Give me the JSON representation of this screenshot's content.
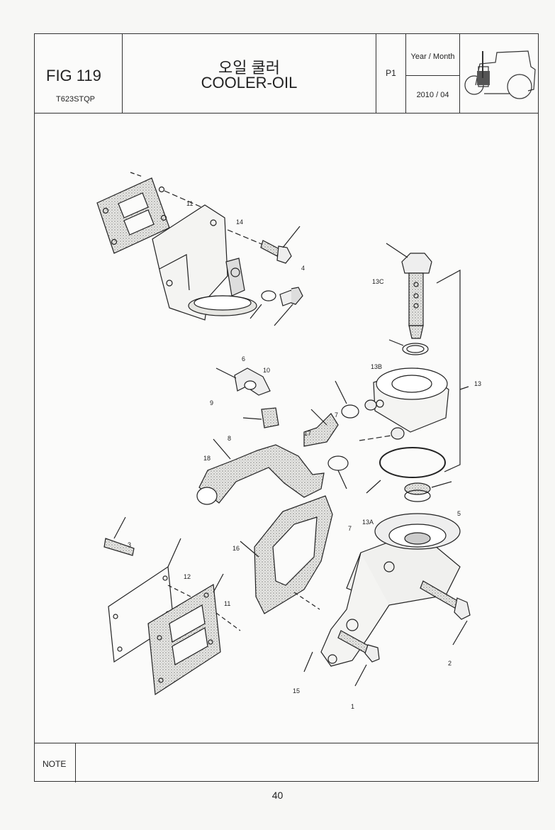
{
  "header": {
    "fig_number": "FIG 119",
    "model_code": "T623STQP",
    "title_korean": "오일 쿨러",
    "title_english": "COOLER-OIL",
    "page_code": "P1",
    "date_label": "Year / Month",
    "date_value": "2010 / 04",
    "thumbnail_icon": "tractor-icon"
  },
  "callouts": [
    "11",
    "14",
    "4",
    "13C",
    "6",
    "10",
    "13B",
    "13",
    "9",
    "7",
    "8",
    "17",
    "18",
    "13A",
    "5",
    "7",
    "3",
    "16",
    "12",
    "11",
    "2",
    "15",
    "1"
  ],
  "footer": {
    "note_label": "NOTE",
    "note_value": "",
    "page_number": "40"
  }
}
